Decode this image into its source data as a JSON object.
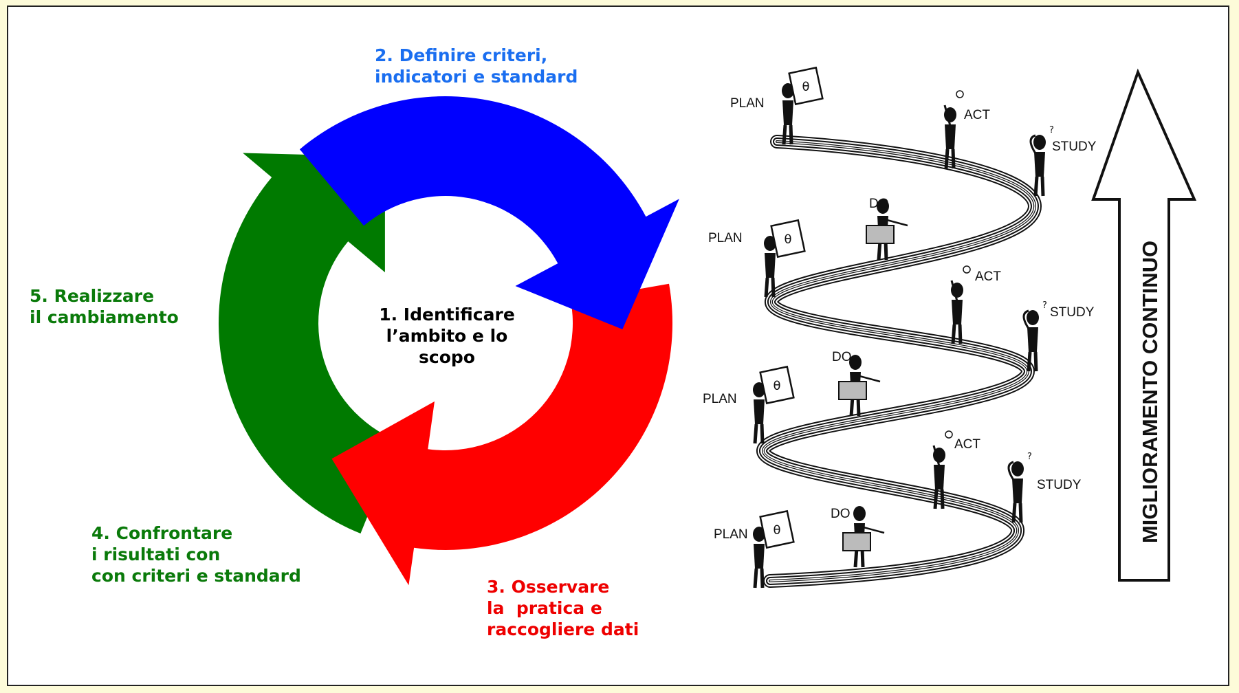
{
  "cycle": {
    "center": {
      "text": "1. Identificare\nl’ambito e lo\nscopo",
      "color": "#000000"
    },
    "step2": {
      "text": "2. Definire criteri,\nindicatori e standard",
      "color": "#1a6ef0"
    },
    "step3": {
      "text": "3. Osservare\nla  pratica e\nraccogliere dati",
      "color": "#ee0000"
    },
    "step4": {
      "text": "4. Confrontare\ni risultati con\ncon criteri e standard",
      "color": "#0a7a0a"
    },
    "step5": {
      "text": "5. Realizzare\nil cambiamento",
      "color": "#0a7a0a"
    },
    "arrow_colors": {
      "blue": "#0000ff",
      "red": "#ff0000",
      "green": "#007a00"
    }
  },
  "spiral": {
    "stage_labels": {
      "plan": "PLAN",
      "do": "DO",
      "act": "ACT",
      "study": "STUDY"
    }
  },
  "improvement_arrow": {
    "label": "MIGLIORAMENTO CONTINUO"
  }
}
